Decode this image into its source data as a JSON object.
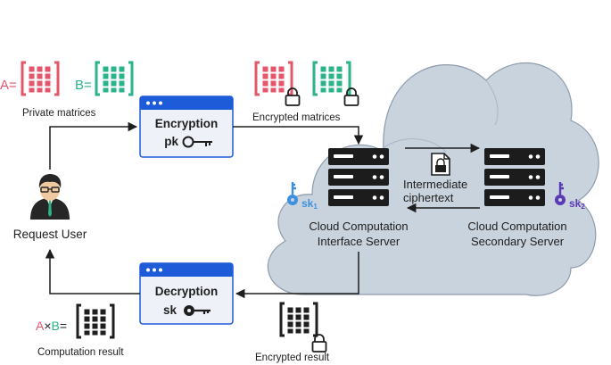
{
  "labels": {
    "matrix_a_symbol": "A=",
    "matrix_b_symbol": "B=",
    "private_matrices": "Private matrices",
    "encrypted_matrices": "Encrypted matrices",
    "request_user": "Request User",
    "encryption_title": "Encryption",
    "encryption_key": "pk",
    "decryption_title": "Decryption",
    "decryption_key": "sk",
    "interface_server_line1": "Cloud Computation",
    "interface_server_line2": "Interface Server",
    "secondary_server_line1": "Cloud Computation",
    "secondary_server_line2": "Secondary Server",
    "intermediate_line1": "Intermediate",
    "intermediate_line2": "ciphertext",
    "sk1_text": "sk",
    "sk1_sub": "1",
    "sk2_text": "sk",
    "sk2_sub": "2",
    "result_a": "A",
    "result_times": "×",
    "result_b": "B",
    "result_equals": "=",
    "computation_result": "Computation result",
    "encrypted_result": "Encrypted result"
  },
  "colors": {
    "matrix_a": "#e5566b",
    "matrix_b": "#2bb38a",
    "window_blue": "#1e5bd8",
    "window_bg": "#eef2f8",
    "cloud": "#c5d0dc",
    "cloud_outline": "#8e9bab",
    "server": "#1c1c1c",
    "key_sk1": "#3d8fe0",
    "key_sk2": "#5a39b5",
    "arrow": "#1e1e1e"
  },
  "icons": [
    "user-icon",
    "key-icon",
    "lock-icon",
    "document-lock-icon",
    "server-icon",
    "cloud-icon"
  ]
}
